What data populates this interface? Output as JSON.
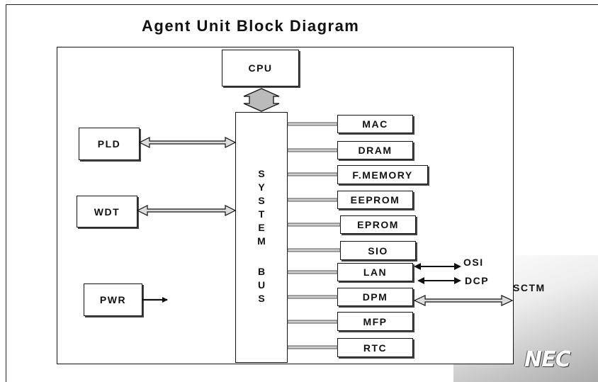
{
  "title": "Agent Unit Block Diagram",
  "cpu": "CPU",
  "bus_letters": [
    "S",
    "Y",
    "S",
    "T",
    "E",
    "M",
    "",
    "B",
    "U",
    "S"
  ],
  "left_blocks": [
    "PLD",
    "WDT",
    "PWR"
  ],
  "right_blocks": [
    "MAC",
    "DRAM",
    "F.MEMORY",
    "EEPROM",
    "EPROM",
    "SIO",
    "LAN",
    "DPM",
    "MFP",
    "RTC"
  ],
  "external_labels": {
    "osi": "OSI",
    "dcp": "DCP",
    "sctm": "SCTM"
  },
  "logo": "NEC"
}
